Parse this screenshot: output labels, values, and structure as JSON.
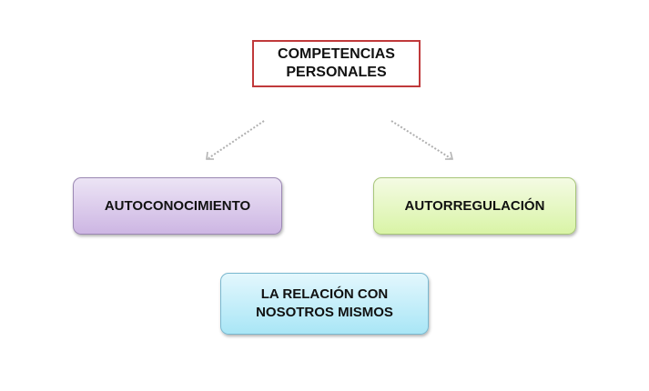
{
  "title": {
    "line1": "COMPETENCIAS",
    "line2": "PERSONALES"
  },
  "nodes": {
    "left": "AUTOCONOCIMIENTO",
    "right": "AUTORREGULACIÓN",
    "bottom_line1": "LA RELACIÓN CON",
    "bottom_line2": "NOSOTROS MISMOS"
  },
  "colors": {
    "title_border": "#c0393b",
    "left": "#cdb6e3",
    "right": "#d9f4a6",
    "bottom": "#a9e6f6",
    "arrow": "#b0b0b0"
  }
}
